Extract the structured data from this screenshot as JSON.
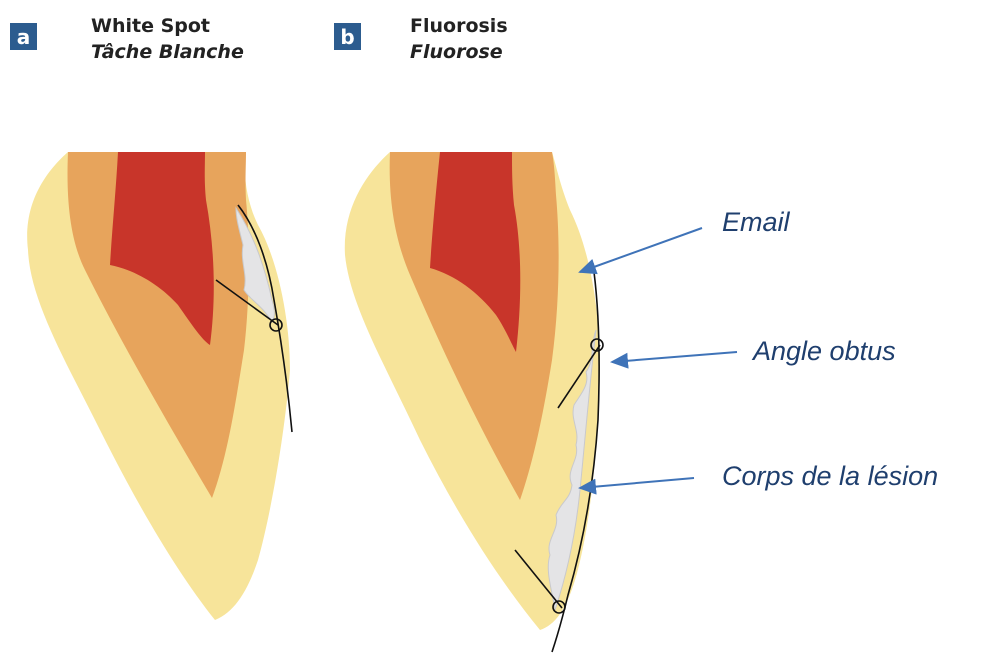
{
  "panels": [
    {
      "badge": "a",
      "title_en": "White Spot",
      "title_fr": "Tâche Blanche"
    },
    {
      "badge": "b",
      "title_en": "Fluorosis",
      "title_fr": "Fluorose"
    }
  ],
  "callouts": {
    "email": "Email",
    "angle_obtus": "Angle obtus",
    "corps_lesion": "Corps de la lésion"
  },
  "colors": {
    "badge": "#2c5c8f",
    "enamel": "#f7e49a",
    "dentin": "#e7a45c",
    "pulp": "#c8352a",
    "lesion": "#e4e4e6",
    "arrow": "#3f73b8",
    "callout_text": "#1f3f6e"
  }
}
